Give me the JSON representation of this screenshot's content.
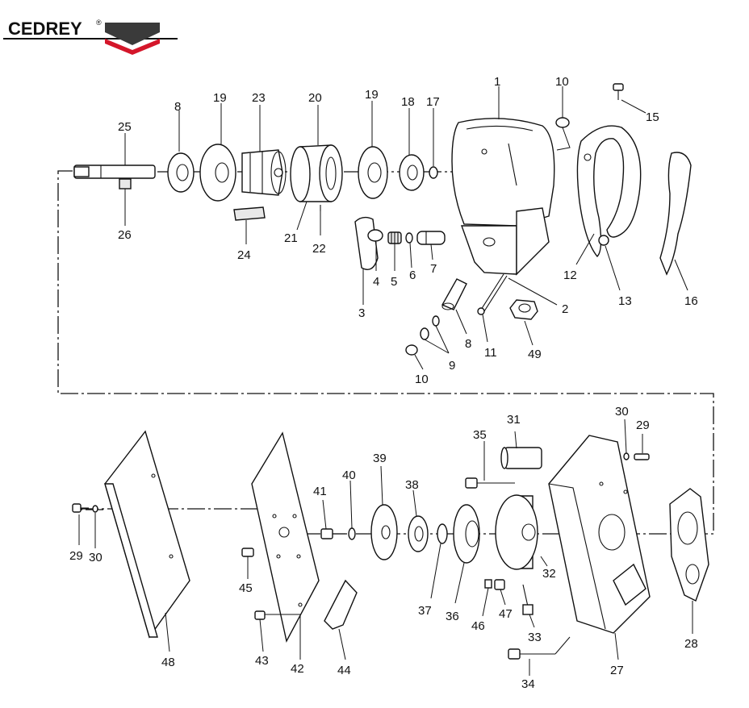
{
  "brand": {
    "name": "CEDREY",
    "reg_mark": "®",
    "colors": {
      "dark": "#3a3a3a",
      "red": "#d4162a",
      "text": "#111111"
    }
  },
  "part_labels": {
    "p1": "1",
    "p2": "2",
    "p3": "3",
    "p4": "4",
    "p5": "5",
    "p6": "6",
    "p7": "7",
    "p8a": "8",
    "p8b": "8",
    "p9": "9",
    "p10a": "10",
    "p10b": "10",
    "p11": "11",
    "p12": "12",
    "p13": "13",
    "p15": "15",
    "p16": "16",
    "p17": "17",
    "p18": "18",
    "p19a": "19",
    "p19b": "19",
    "p20": "20",
    "p21": "21",
    "p22": "22",
    "p23": "23",
    "p24": "24",
    "p25": "25",
    "p26": "26",
    "p27": "27",
    "p28": "28",
    "p29a": "29",
    "p29b": "29",
    "p30a": "30",
    "p30b": "30",
    "p31": "31",
    "p32": "32",
    "p33": "33",
    "p34": "34",
    "p35": "35",
    "p36": "36",
    "p37": "37",
    "p38": "38",
    "p39": "39",
    "p40": "40",
    "p41": "41",
    "p42": "42",
    "p43": "43",
    "p44": "44",
    "p45": "45",
    "p46": "46",
    "p47": "47",
    "p48": "48",
    "p49": "49"
  }
}
